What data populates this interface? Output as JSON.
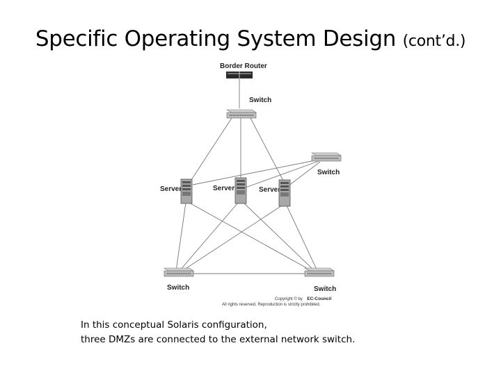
{
  "slide": {
    "title_main": "Specific Operating System Design",
    "title_suffix": "(cont’d.)"
  },
  "diagram": {
    "nodes": {
      "border_router": "Border Router",
      "core_switch": "Switch",
      "server_left": "Server",
      "server_center": "Server",
      "server_right": "Server",
      "switch_right": "Switch",
      "switch_bottom_left": "Switch",
      "switch_bottom_right": "Switch"
    },
    "copyright": {
      "line1_prefix": "Copyright © by",
      "line1_brand": "EC-Council",
      "line2": "All rights reserved. Reproduction is strictly prohibited."
    }
  },
  "caption": {
    "line1": "In this conceptual Solaris configuration,",
    "line2": "three DMZs are connected to the external network switch."
  }
}
